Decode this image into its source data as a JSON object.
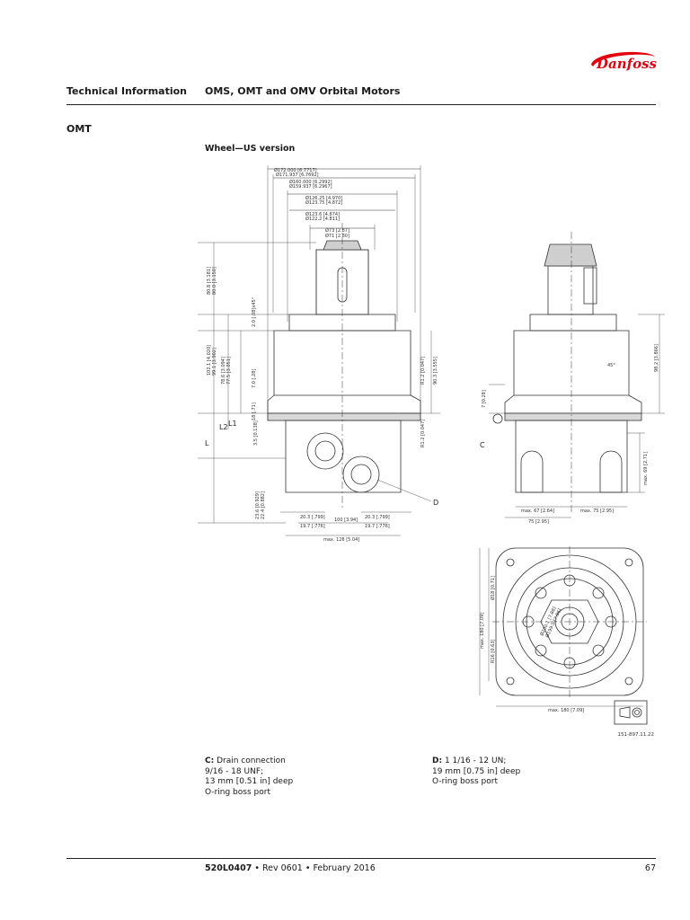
{
  "brand": {
    "logo_text": "Danfoss",
    "color": "#e2000f"
  },
  "header": {
    "left": "Technical Information",
    "title": "OMS, OMT and OMV Orbital Motors"
  },
  "section": "OMT",
  "subtitle": "Wheel—US version",
  "drawing": {
    "dims_top": [
      "Ø172.000 [6.7717]",
      "Ø171.937 [6.7692]",
      "Ø160.000 [6.2992]",
      "Ø159.937 [6.2967]",
      "Ø126.25 [4.970]",
      "Ø123.75 [4.872]",
      "Ø123.6 [4.874]",
      "Ø122.2 [4.811]",
      "Ø73 [2.87]",
      "Ø71 [2.80]"
    ],
    "dims_left": [
      "80.8 [3.181]",
      "80.0 [3.150]",
      "102.1 [4.020]",
      "99.1 [3.902]",
      "78.6 [3.094]",
      "77.5 [3.051]",
      "2.0 [.08]x45°",
      "7.0 [.28]",
      "18 [.71]",
      "3.5 [0.138]",
      "L",
      "L1",
      "L2",
      "23.6 [0.929]",
      "22.4 [0.882]"
    ],
    "dims_bottom": [
      "20.3 [.799]",
      "19.7 [.776]",
      "20.3 [.799]",
      "19.7 [.776]",
      "100 [3.94]",
      "max. 128 [5.04]"
    ],
    "dims_right": [
      "R1.2 [0.047]",
      "90.3 [3.555]",
      "R1.2 [0.047]"
    ],
    "side_dims": [
      "98.2 [3.866]",
      "45°",
      "7 [0.28]",
      "max. 69 [2.71]",
      "max. 67 [2.64]",
      "max. 75 [2.95]",
      "75 [2.95]"
    ],
    "plan_dims": [
      "max. 180 [7.09]",
      "Ø18 [0.71]",
      "R16 [0.63]",
      "max. 180 [7.09]",
      "Ø200.1 [7.88]",
      "Ø199.5 [7.86]"
    ],
    "labels": {
      "c": "C",
      "d": "D"
    },
    "ref": "151-897.11.22"
  },
  "notes": {
    "c": {
      "key": "C:",
      "line1": " Drain connection",
      "line2": "9/16 - 18 UNF;",
      "line3": "13 mm [0.51 in] deep",
      "line4": "O-ring boss port"
    },
    "d": {
      "key": "D:",
      "line1": " 1 1/16 - 12 UN;",
      "line2": "19 mm [0.75 in] deep",
      "line3": "O-ring boss port"
    }
  },
  "footer": {
    "doc": "520L0407",
    "rest": " • Rev 0601 • February 2016",
    "page": "67"
  }
}
